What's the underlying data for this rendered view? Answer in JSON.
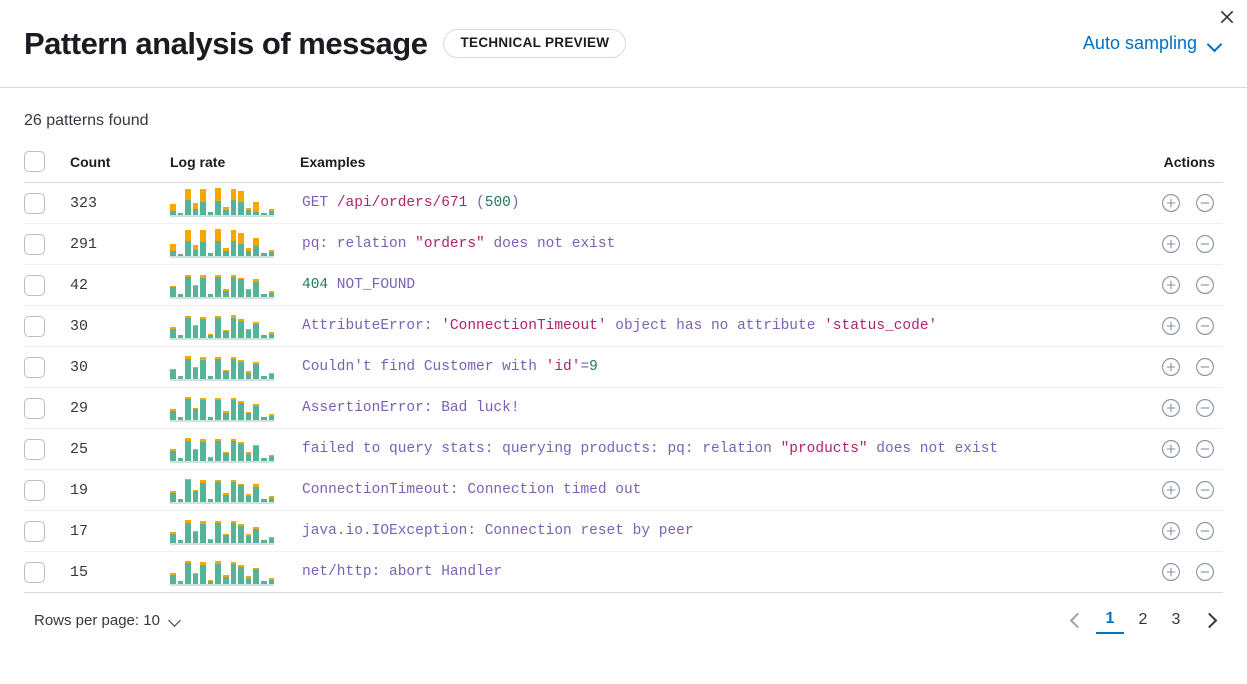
{
  "header": {
    "title": "Pattern analysis of message",
    "badge": "TECHNICAL PREVIEW",
    "sampling_label": "Auto sampling",
    "close_label": "Close"
  },
  "summary": {
    "patterns_found": "26 patterns found"
  },
  "table": {
    "columns": {
      "count": "Count",
      "log_rate": "Log rate",
      "examples": "Examples",
      "actions": "Actions"
    },
    "rows": [
      {
        "count": "323",
        "example_plain": "GET /api/orders/671 (500)",
        "example_tokens": [
          {
            "t": "GET ",
            "c": "kw"
          },
          {
            "t": "/api/orders/671",
            "c": "str"
          },
          {
            "t": " (",
            "c": "kw"
          },
          {
            "t": "500",
            "c": "num"
          },
          {
            "t": ")",
            "c": "kw"
          }
        ],
        "spark": [
          {
            "teal": 14,
            "orange": 26
          },
          {
            "teal": 6,
            "orange": 0
          },
          {
            "teal": 52,
            "orange": 42
          },
          {
            "teal": 22,
            "orange": 20
          },
          {
            "teal": 48,
            "orange": 46
          },
          {
            "teal": 10,
            "orange": 0
          },
          {
            "teal": 50,
            "orange": 48
          },
          {
            "teal": 18,
            "orange": 10
          },
          {
            "teal": 52,
            "orange": 44
          },
          {
            "teal": 46,
            "orange": 40
          },
          {
            "teal": 16,
            "orange": 10
          },
          {
            "teal": 10,
            "orange": 38
          },
          {
            "teal": 6,
            "orange": 0
          },
          {
            "teal": 14,
            "orange": 6
          }
        ]
      },
      {
        "count": "291",
        "example_plain": "pq: relation \"orders\" does not exist",
        "example_tokens": [
          {
            "t": "pq: relation ",
            "c": "kw"
          },
          {
            "t": "\"orders\"",
            "c": "str"
          },
          {
            "t": " does not exist",
            "c": "kw"
          }
        ],
        "spark": [
          {
            "teal": 18,
            "orange": 24
          },
          {
            "teal": 6,
            "orange": 0
          },
          {
            "teal": 54,
            "orange": 40
          },
          {
            "teal": 22,
            "orange": 18
          },
          {
            "teal": 50,
            "orange": 44
          },
          {
            "teal": 8,
            "orange": 0
          },
          {
            "teal": 52,
            "orange": 46
          },
          {
            "teal": 18,
            "orange": 10
          },
          {
            "teal": 54,
            "orange": 42
          },
          {
            "teal": 44,
            "orange": 38
          },
          {
            "teal": 16,
            "orange": 12
          },
          {
            "teal": 36,
            "orange": 28
          },
          {
            "teal": 8,
            "orange": 0
          },
          {
            "teal": 12,
            "orange": 8
          }
        ]
      },
      {
        "count": "42",
        "example_plain": "404 NOT_FOUND",
        "example_tokens": [
          {
            "t": "404",
            "c": "num"
          },
          {
            "t": " NOT_FOUND",
            "c": "kw"
          }
        ],
        "spark": [
          {
            "teal": 34,
            "orange": 6
          },
          {
            "teal": 8,
            "orange": 0
          },
          {
            "teal": 74,
            "orange": 6
          },
          {
            "teal": 40,
            "orange": 4
          },
          {
            "teal": 70,
            "orange": 10
          },
          {
            "teal": 8,
            "orange": 0
          },
          {
            "teal": 74,
            "orange": 6
          },
          {
            "teal": 22,
            "orange": 6
          },
          {
            "teal": 72,
            "orange": 8
          },
          {
            "teal": 64,
            "orange": 6
          },
          {
            "teal": 24,
            "orange": 5
          },
          {
            "teal": 52,
            "orange": 12
          },
          {
            "teal": 8,
            "orange": 0
          },
          {
            "teal": 14,
            "orange": 8
          }
        ]
      },
      {
        "count": "30",
        "example_plain": "AttributeError: 'ConnectionTimeout' object has no attribute 'status_code'",
        "example_tokens": [
          {
            "t": "AttributeError: ",
            "c": "kw"
          },
          {
            "t": "'ConnectionTimeout'",
            "c": "str"
          },
          {
            "t": " object has no attribute ",
            "c": "kw"
          },
          {
            "t": "'status_code'",
            "c": "str"
          }
        ],
        "spark": [
          {
            "teal": 32,
            "orange": 6
          },
          {
            "teal": 8,
            "orange": 0
          },
          {
            "teal": 72,
            "orange": 8
          },
          {
            "teal": 42,
            "orange": 4
          },
          {
            "teal": 70,
            "orange": 6
          },
          {
            "teal": 10,
            "orange": 4
          },
          {
            "teal": 72,
            "orange": 6
          },
          {
            "teal": 24,
            "orange": 5
          },
          {
            "teal": 74,
            "orange": 8
          },
          {
            "teal": 62,
            "orange": 6
          },
          {
            "teal": 26,
            "orange": 6
          },
          {
            "teal": 50,
            "orange": 6
          },
          {
            "teal": 8,
            "orange": 0
          },
          {
            "teal": 14,
            "orange": 6
          }
        ]
      },
      {
        "count": "30",
        "example_plain": "Couldn't find Customer with 'id'=9",
        "example_tokens": [
          {
            "t": "Couldn't find Customer with ",
            "c": "kw"
          },
          {
            "t": "'id'",
            "c": "str"
          },
          {
            "t": "=",
            "c": "kw"
          },
          {
            "t": "9",
            "c": "num"
          }
        ],
        "spark": [
          {
            "teal": 30,
            "orange": 6
          },
          {
            "teal": 8,
            "orange": 0
          },
          {
            "teal": 74,
            "orange": 8
          },
          {
            "teal": 38,
            "orange": 4
          },
          {
            "teal": 70,
            "orange": 10
          },
          {
            "teal": 10,
            "orange": 0
          },
          {
            "teal": 72,
            "orange": 6
          },
          {
            "teal": 26,
            "orange": 6
          },
          {
            "teal": 74,
            "orange": 6
          },
          {
            "teal": 60,
            "orange": 8
          },
          {
            "teal": 22,
            "orange": 6
          },
          {
            "teal": 54,
            "orange": 8
          },
          {
            "teal": 8,
            "orange": 0
          },
          {
            "teal": 16,
            "orange": 6
          }
        ]
      },
      {
        "count": "29",
        "example_plain": "AssertionError: Bad luck!",
        "example_tokens": [
          {
            "t": "AssertionError: Bad luck!",
            "c": "kw"
          }
        ],
        "spark": [
          {
            "teal": 32,
            "orange": 6
          },
          {
            "teal": 8,
            "orange": 0
          },
          {
            "teal": 76,
            "orange": 6
          },
          {
            "teal": 40,
            "orange": 4
          },
          {
            "teal": 72,
            "orange": 8
          },
          {
            "teal": 10,
            "orange": 0
          },
          {
            "teal": 74,
            "orange": 6
          },
          {
            "teal": 24,
            "orange": 6
          },
          {
            "teal": 72,
            "orange": 6
          },
          {
            "teal": 62,
            "orange": 6
          },
          {
            "teal": 24,
            "orange": 5
          },
          {
            "teal": 50,
            "orange": 6
          },
          {
            "teal": 8,
            "orange": 0
          },
          {
            "teal": 14,
            "orange": 6
          }
        ]
      },
      {
        "count": "25",
        "example_plain": "failed to query stats: querying products: pq: relation \"products\" does not exist",
        "example_tokens": [
          {
            "t": "failed to query stats: querying products: pq: relation ",
            "c": "kw"
          },
          {
            "t": "\"products\"",
            "c": "str"
          },
          {
            "t": " does not exist",
            "c": "kw"
          }
        ],
        "spark": [
          {
            "teal": 34,
            "orange": 8
          },
          {
            "teal": 8,
            "orange": 0
          },
          {
            "teal": 74,
            "orange": 8
          },
          {
            "teal": 40,
            "orange": 4
          },
          {
            "teal": 70,
            "orange": 8
          },
          {
            "teal": 10,
            "orange": 4
          },
          {
            "teal": 74,
            "orange": 6
          },
          {
            "teal": 26,
            "orange": 6
          },
          {
            "teal": 72,
            "orange": 6
          },
          {
            "teal": 62,
            "orange": 8
          },
          {
            "teal": 24,
            "orange": 6
          },
          {
            "teal": 52,
            "orange": 6
          },
          {
            "teal": 8,
            "orange": 0
          },
          {
            "teal": 16,
            "orange": 6
          }
        ]
      },
      {
        "count": "19",
        "example_plain": "ConnectionTimeout: Connection timed out",
        "example_tokens": [
          {
            "t": "ConnectionTimeout: Connection timed out",
            "c": "kw"
          }
        ],
        "spark": [
          {
            "teal": 32,
            "orange": 6
          },
          {
            "teal": 8,
            "orange": 0
          },
          {
            "teal": 78,
            "orange": 4
          },
          {
            "teal": 38,
            "orange": 4
          },
          {
            "teal": 70,
            "orange": 10
          },
          {
            "teal": 10,
            "orange": 0
          },
          {
            "teal": 74,
            "orange": 6
          },
          {
            "teal": 24,
            "orange": 6
          },
          {
            "teal": 72,
            "orange": 6
          },
          {
            "teal": 60,
            "orange": 6
          },
          {
            "teal": 22,
            "orange": 6
          },
          {
            "teal": 54,
            "orange": 10
          },
          {
            "teal": 8,
            "orange": 0
          },
          {
            "teal": 14,
            "orange": 6
          }
        ]
      },
      {
        "count": "17",
        "example_plain": "java.io.IOException: Connection reset by peer",
        "example_tokens": [
          {
            "t": "java.io.IOException: Connection reset by peer",
            "c": "kw"
          }
        ],
        "spark": [
          {
            "teal": 30,
            "orange": 8
          },
          {
            "teal": 8,
            "orange": 0
          },
          {
            "teal": 74,
            "orange": 8
          },
          {
            "teal": 38,
            "orange": 4
          },
          {
            "teal": 70,
            "orange": 8
          },
          {
            "teal": 10,
            "orange": 4
          },
          {
            "teal": 72,
            "orange": 8
          },
          {
            "teal": 26,
            "orange": 6
          },
          {
            "teal": 74,
            "orange": 6
          },
          {
            "teal": 60,
            "orange": 8
          },
          {
            "teal": 24,
            "orange": 6
          },
          {
            "teal": 50,
            "orange": 6
          },
          {
            "teal": 8,
            "orange": 0
          },
          {
            "teal": 16,
            "orange": 6
          }
        ]
      },
      {
        "count": "15",
        "example_plain": "net/http: abort Handler",
        "example_tokens": [
          {
            "t": "net/http: abort Handler",
            "c": "kw"
          }
        ],
        "spark": [
          {
            "teal": 30,
            "orange": 10
          },
          {
            "teal": 8,
            "orange": 0
          },
          {
            "teal": 76,
            "orange": 8
          },
          {
            "teal": 36,
            "orange": 4
          },
          {
            "teal": 70,
            "orange": 8
          },
          {
            "teal": 10,
            "orange": 4
          },
          {
            "teal": 74,
            "orange": 10
          },
          {
            "teal": 24,
            "orange": 6
          },
          {
            "teal": 72,
            "orange": 6
          },
          {
            "teal": 62,
            "orange": 8
          },
          {
            "teal": 22,
            "orange": 6
          },
          {
            "teal": 52,
            "orange": 6
          },
          {
            "teal": 8,
            "orange": 0
          },
          {
            "teal": 14,
            "orange": 8
          }
        ]
      }
    ]
  },
  "footer": {
    "rows_per_page": "Rows per page: 10",
    "pages": [
      "1",
      "2",
      "3"
    ],
    "active_page": "1"
  },
  "colors": {
    "teal": "#54B399",
    "orange": "#F7A800",
    "link": "#0071C2",
    "border": "#D3DAE6"
  }
}
